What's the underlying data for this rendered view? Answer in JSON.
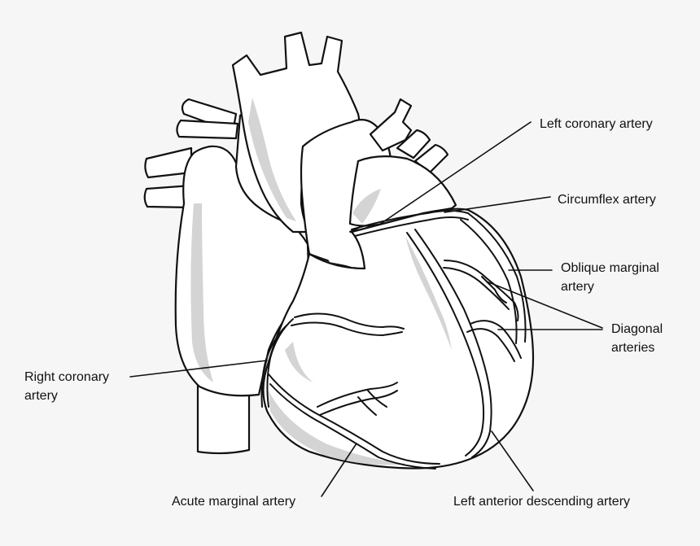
{
  "colors": {
    "background": "#f6f6f6",
    "outline": "#111111",
    "fill": "#ffffff",
    "shade": "#d4d4d4"
  },
  "labels": {
    "left_coronary_artery": "Left coronary artery",
    "circumflex_artery": "Circumflex artery",
    "oblique_marginal_artery_line1": "Oblique marginal",
    "oblique_marginal_artery_line2": "artery",
    "diagonal_arteries_line1": "Diagonal",
    "diagonal_arteries_line2": "arteries",
    "right_coronary_artery_line1": "Right coronary",
    "right_coronary_artery_line2": "artery",
    "acute_marginal_artery": "Acute marginal artery",
    "left_anterior_descending_artery": "Left anterior descending artery"
  }
}
